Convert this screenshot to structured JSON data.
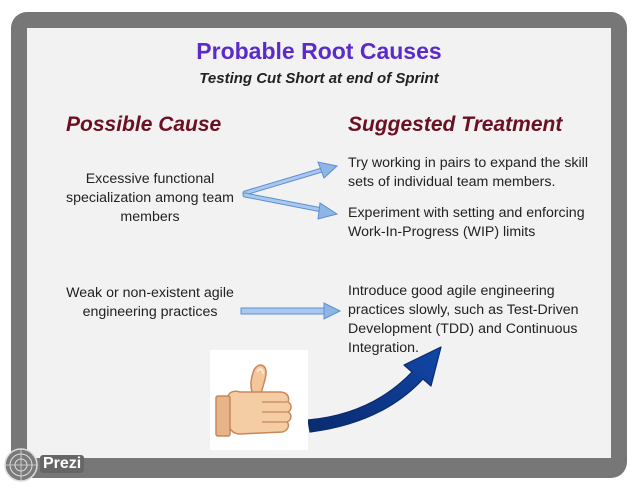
{
  "slide": {
    "title": "Probable Root Causes",
    "subtitle": "Testing Cut Short at end of Sprint",
    "headings": {
      "cause": "Possible Cause",
      "treatment": "Suggested Treatment"
    },
    "causes": [
      "Excessive functional specialization among team members",
      "Weak or non-existent agile engineering practices"
    ],
    "treatments": [
      "Try working in pairs to expand the skill sets of individual team members.",
      "Experiment with setting and enforcing Work-In-Progress (WIP) limits",
      "Introduce good agile engineering practices slowly, such as Test-Driven Development (TDD) and Continuous Integration."
    ]
  },
  "branding": {
    "logo_text": "Prezi"
  },
  "colors": {
    "title": "#5b2bc9",
    "heading": "#6b1022",
    "arrow_light": "#8fb4e6",
    "arrow_dark": "#0b3585",
    "frame": "#777777",
    "slide_bg": "#f2f2f2"
  },
  "icons": {
    "connector": "arrow-icon",
    "big_arrow": "curved-arrow-icon",
    "image": "thumbs-up-icon",
    "logo": "prezi-logo-icon"
  }
}
